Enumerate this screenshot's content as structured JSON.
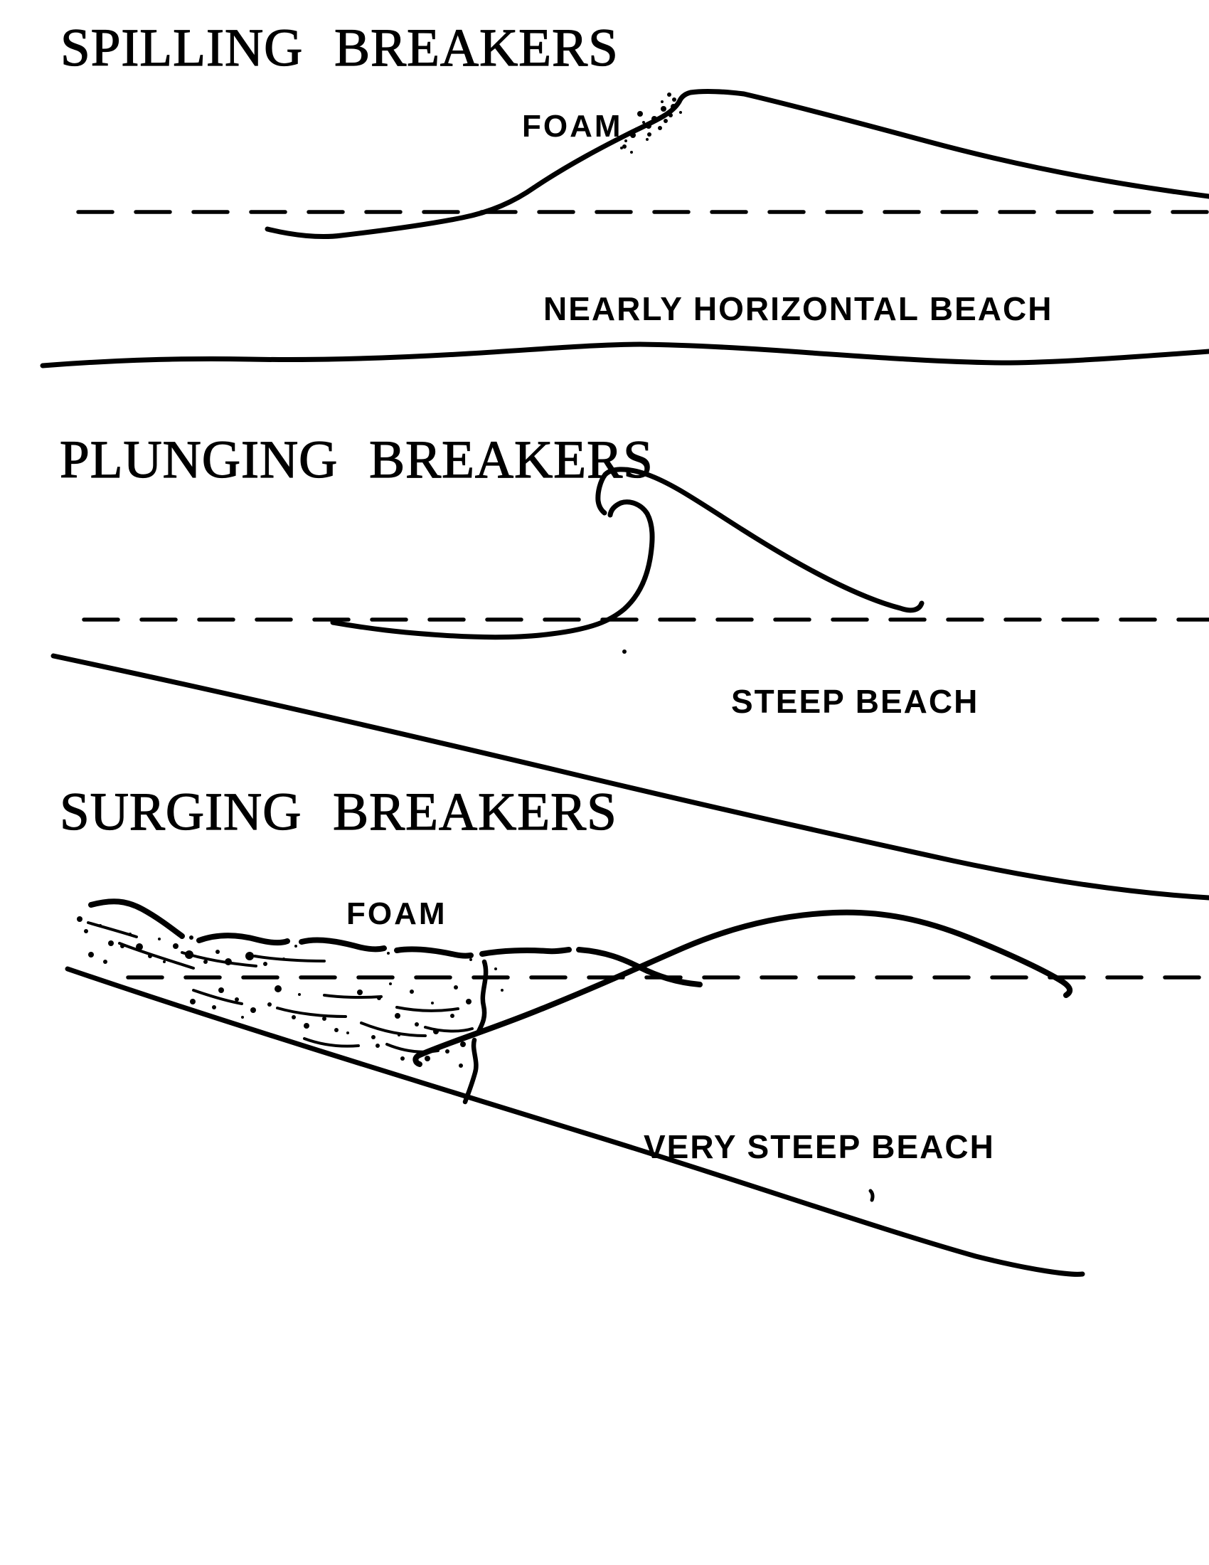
{
  "page": {
    "paper_color": "#ffffff",
    "ink_color": "#000000",
    "figure_type": "wave breaker types diagram"
  },
  "sections": {
    "spilling": {
      "title": "SPILLING BREAKERS",
      "foam_label": "FOAM",
      "beach_label": "NEARLY HORIZONTAL BEACH"
    },
    "plunging": {
      "title": "PLUNGING BREAKERS",
      "beach_label": "STEEP BEACH"
    },
    "surging": {
      "title": "SURGING BREAKERS",
      "foam_label": "FOAM",
      "beach_label": "VERY STEEP BEACH"
    }
  }
}
